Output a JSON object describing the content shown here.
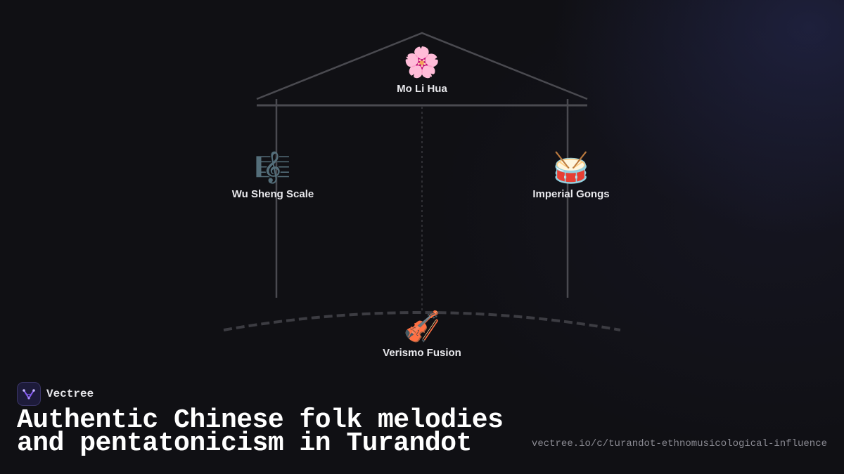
{
  "diagram": {
    "roof": {
      "label": "Mo Li Hua",
      "icon": "🌸",
      "icon_name": "cherry-blossom-icon"
    },
    "left_pillar": {
      "label": "Wu Sheng Scale",
      "icon": "🎼",
      "icon_name": "musical-score-icon"
    },
    "right_pillar": {
      "label": "Imperial Gongs",
      "icon": "🥁",
      "icon_name": "drum-icon"
    },
    "foundation": {
      "label": "Verismo Fusion",
      "icon": "🎻",
      "icon_name": "violin-icon"
    }
  },
  "brand": {
    "name": "Vectree",
    "accent": "#8b5cf6"
  },
  "headline": {
    "line1": "Authentic Chinese folk melodies",
    "line2": "and pentatonicism in Turandot"
  },
  "url": "vectree.io/c/turandot-ethnomusicological-influence",
  "colors": {
    "background": "#101014",
    "structure_line": "#4a4a50",
    "foundation_dash": "#3c3c42"
  }
}
